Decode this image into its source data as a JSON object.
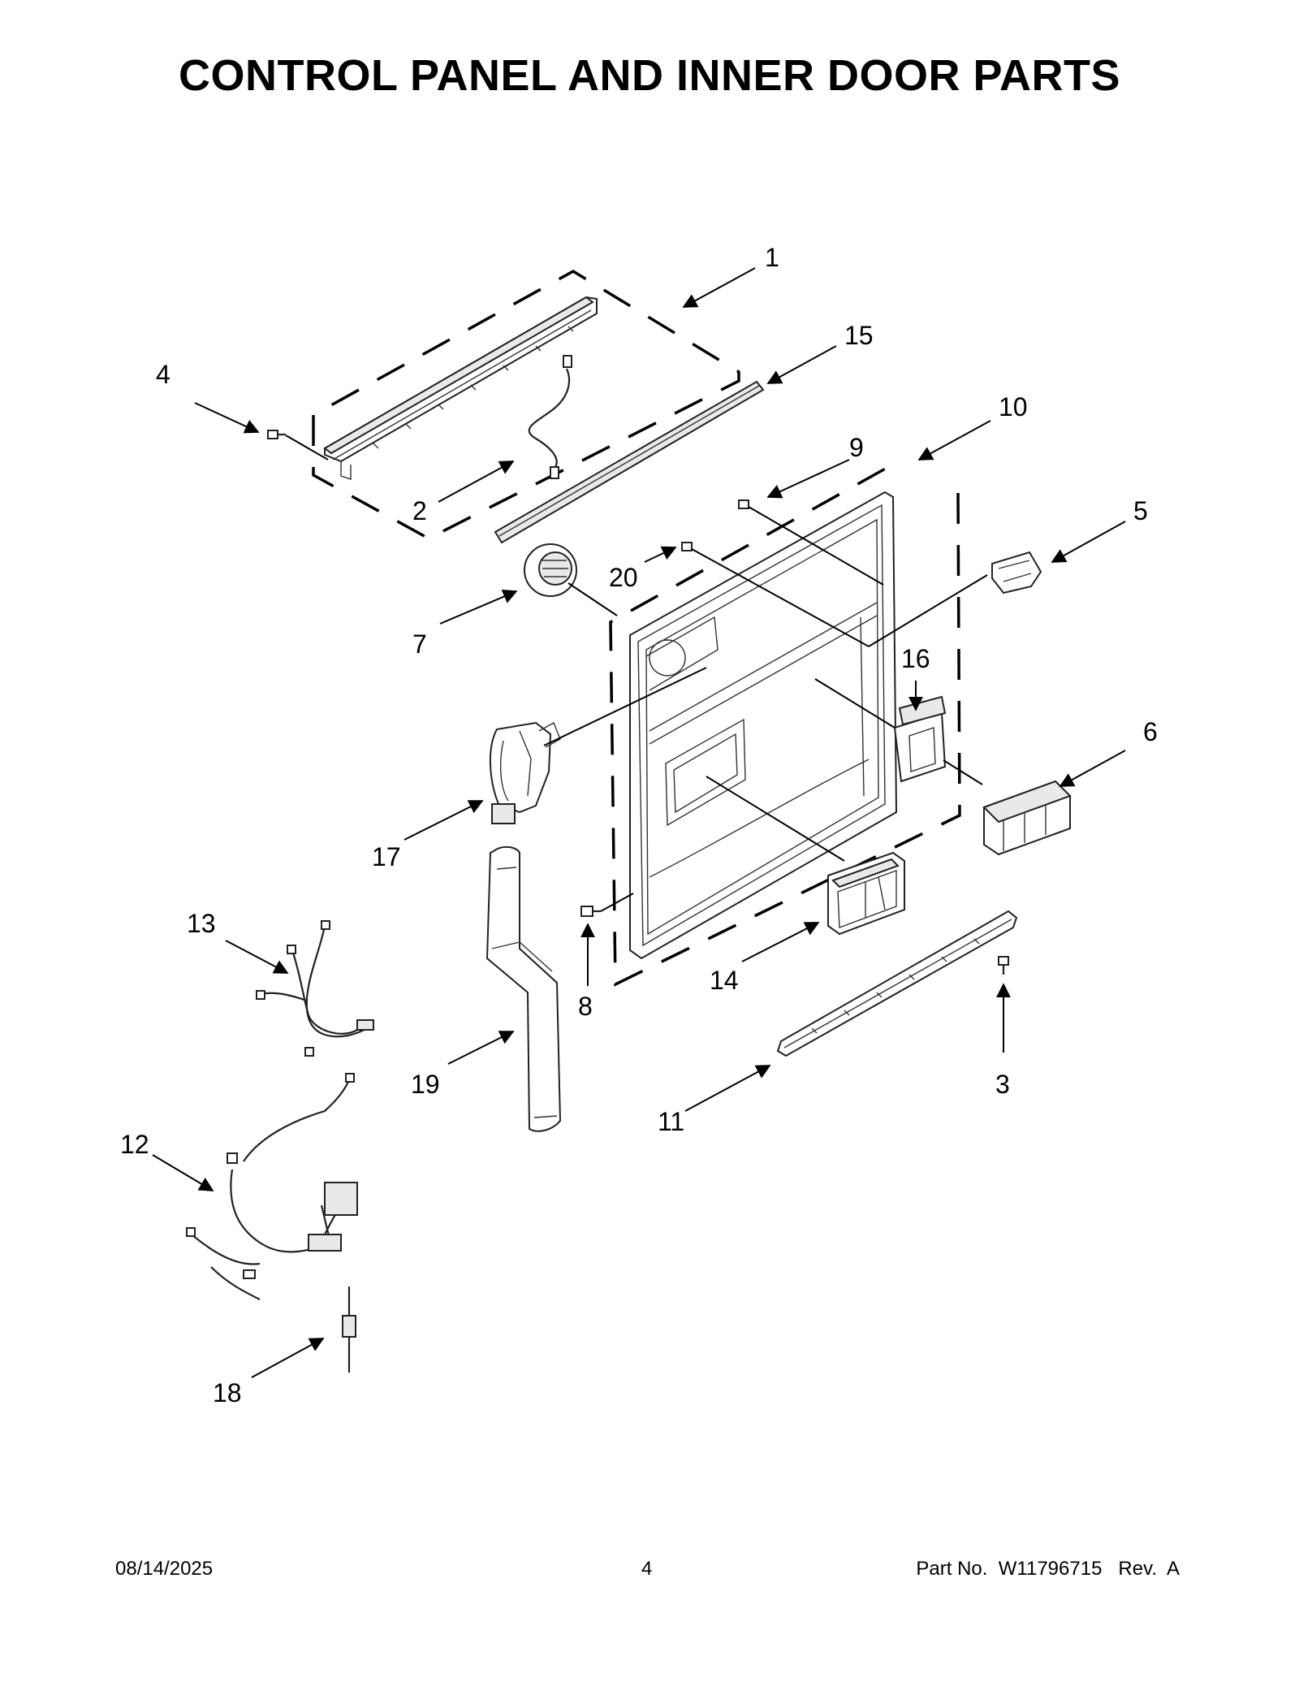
{
  "title": "CONTROL PANEL AND INNER DOOR PARTS",
  "callouts": {
    "c1": "1",
    "c2": "2",
    "c3": "3",
    "c4": "4",
    "c5": "5",
    "c6": "6",
    "c7": "7",
    "c8": "8",
    "c9": "9",
    "c10": "10",
    "c11": "11",
    "c12": "12",
    "c13": "13",
    "c14": "14",
    "c15": "15",
    "c16": "16",
    "c17": "17",
    "c18": "18",
    "c19": "19",
    "c20": "20"
  },
  "footer": {
    "date": "08/14/2025",
    "page_number": "4",
    "part_number": "Part No.  W11796715   Rev.  A"
  }
}
